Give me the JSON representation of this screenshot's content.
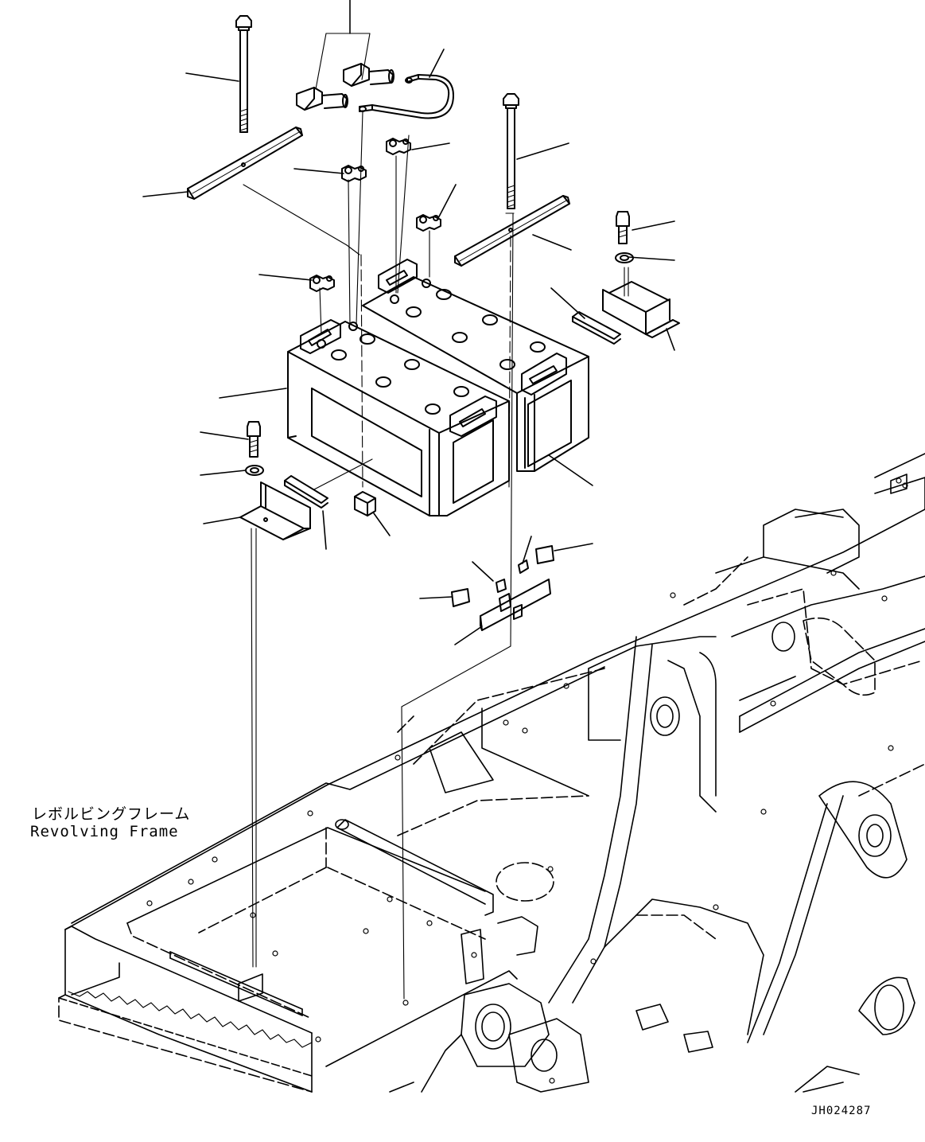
{
  "labels": {
    "frame_jp": "レボルビングフレーム",
    "frame_en": "Revolving Frame",
    "drawing_number": "JH024287"
  },
  "colors": {
    "line": "#000000",
    "background": "#ffffff"
  }
}
